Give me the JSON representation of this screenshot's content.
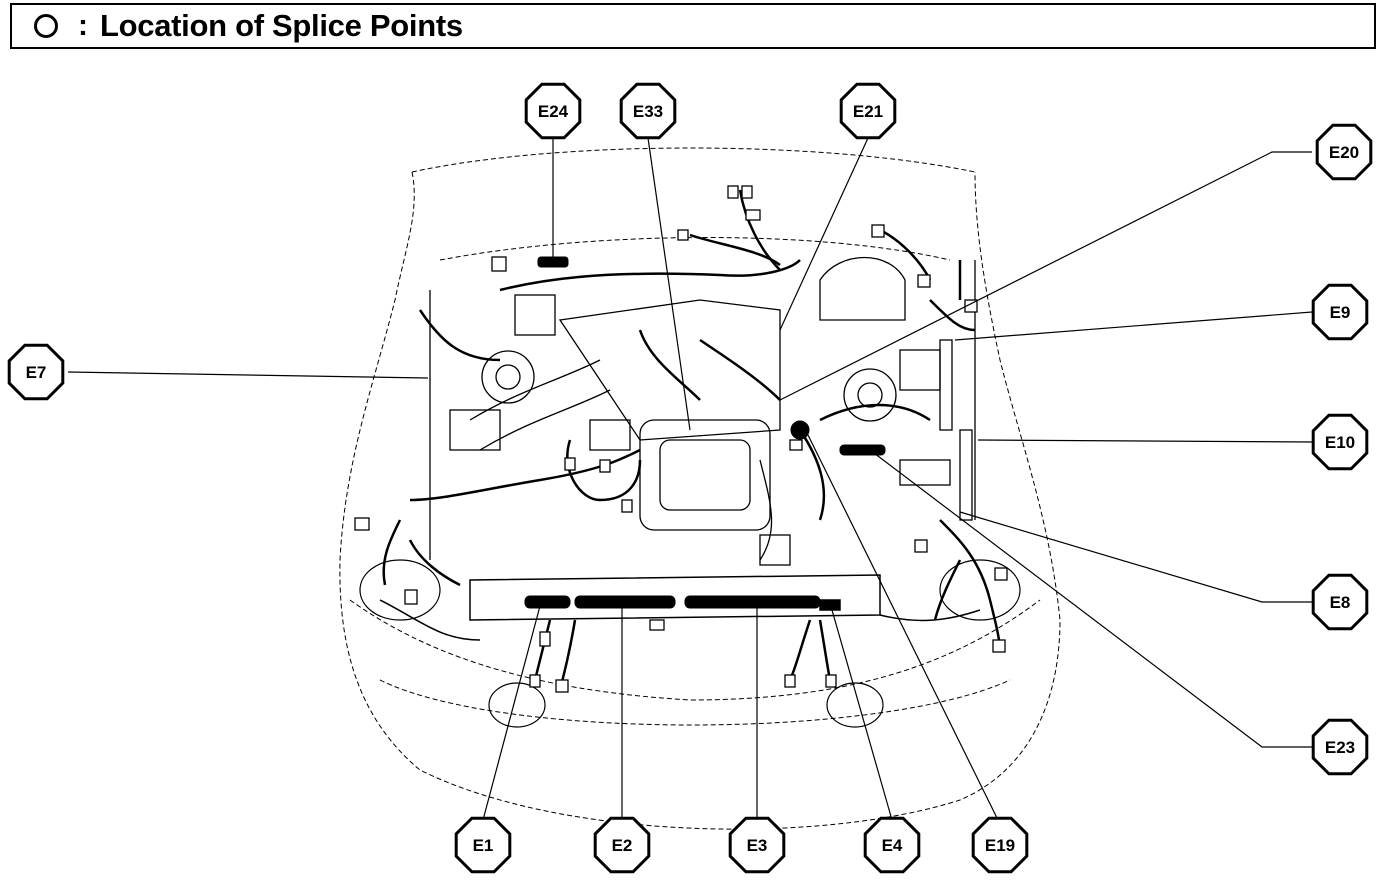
{
  "header": {
    "symbol": "○",
    "colon": ":",
    "title": "Location of Splice Points"
  },
  "callouts": [
    {
      "id": "E24",
      "label": "E24"
    },
    {
      "id": "E33",
      "label": "E33"
    },
    {
      "id": "E21",
      "label": "E21"
    },
    {
      "id": "E20",
      "label": "E20"
    },
    {
      "id": "E9",
      "label": "E9"
    },
    {
      "id": "E7",
      "label": "E7"
    },
    {
      "id": "E10",
      "label": "E10"
    },
    {
      "id": "E8",
      "label": "E8"
    },
    {
      "id": "E23",
      "label": "E23"
    },
    {
      "id": "E1",
      "label": "E1"
    },
    {
      "id": "E2",
      "label": "E2"
    },
    {
      "id": "E3",
      "label": "E3"
    },
    {
      "id": "E4",
      "label": "E4"
    },
    {
      "id": "E19",
      "label": "E19"
    }
  ]
}
